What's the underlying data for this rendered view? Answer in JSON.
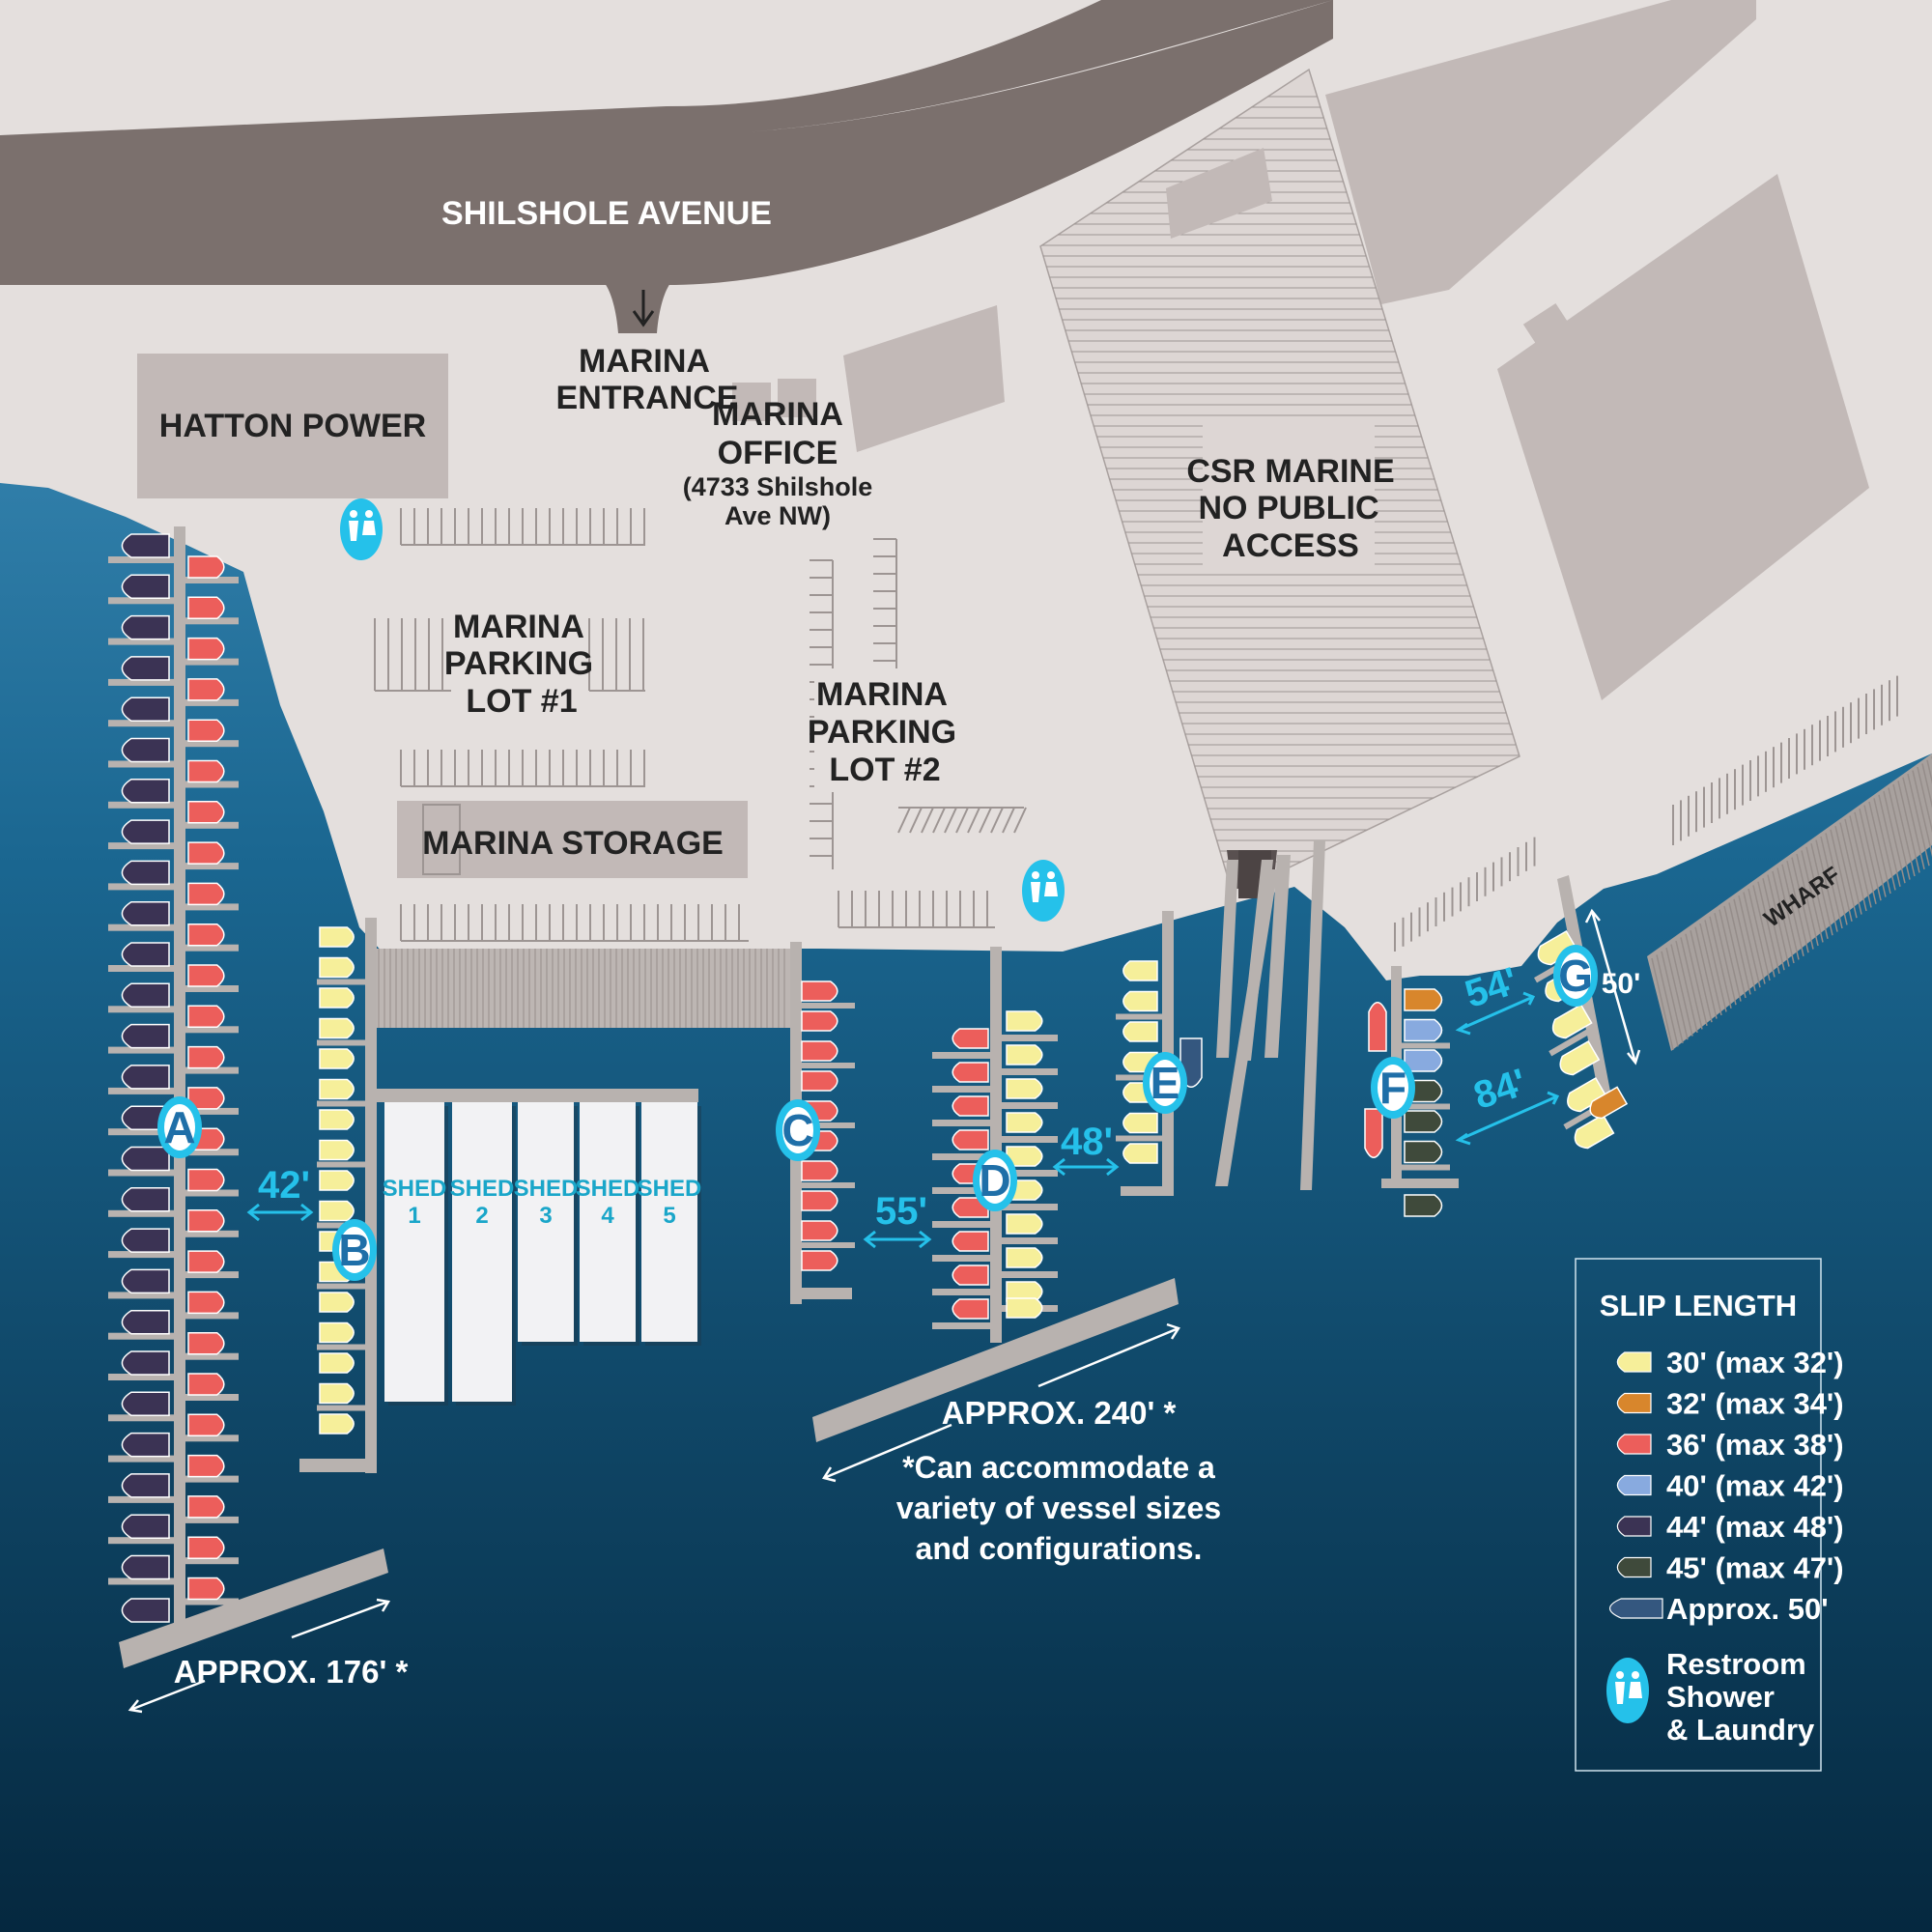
{
  "colors": {
    "land": "#e4dfdd",
    "road": "#7b706d",
    "building": "#c2b9b7",
    "water_top": "#4b9bc7",
    "water_bottom": "#05283f",
    "dock": "#b8b2af",
    "cyan": "#25c1ea",
    "slip_30": "#f6ef9a",
    "slip_32": "#d8862c",
    "slip_36": "#ec5e5b",
    "slip_40": "#88aadf",
    "slip_44": "#3b3354",
    "slip_45": "#3f4a3b",
    "slip_50": "#34577f"
  },
  "road": {
    "name": "SHILSHOLE AVENUE"
  },
  "labels": {
    "marina_entrance": [
      "MARINA",
      "ENTRANCE"
    ],
    "hatton_power": "HATTON POWER",
    "marina_office": [
      "MARINA",
      "OFFICE",
      "(4733 Shilshole",
      "Ave NW)"
    ],
    "csr_marine": [
      "CSR MARINE",
      "NO PUBLIC",
      "ACCESS"
    ],
    "parking_1": [
      "MARINA",
      "PARKING",
      "LOT #1"
    ],
    "parking_2": [
      "MARINA",
      "PARKING",
      "LOT #2"
    ],
    "marina_storage": "MARINA STORAGE",
    "wharf": "WHARF"
  },
  "docks": [
    "A",
    "B",
    "C",
    "D",
    "E",
    "F",
    "G"
  ],
  "sheds": [
    {
      "line1": "SHED",
      "line2": "1"
    },
    {
      "line1": "SHED",
      "line2": "2"
    },
    {
      "line1": "SHED",
      "line2": "3"
    },
    {
      "line1": "SHED",
      "line2": "4"
    },
    {
      "line1": "SHED",
      "line2": "5"
    }
  ],
  "distances": {
    "a_b": "42'",
    "c_d": "55'",
    "d_e": "48'",
    "f_g_upper": "54'",
    "f_g_lower": "84'",
    "g_length": "50'"
  },
  "approx": {
    "left": "APPROX. 176' *",
    "right": "APPROX. 240' *",
    "note": [
      "*Can accommodate a",
      "variety of vessel sizes",
      "and configurations."
    ]
  },
  "legend": {
    "title": "SLIP LENGTH",
    "items": [
      {
        "label": "30' (max 32')",
        "color": "#f6ef9a"
      },
      {
        "label": "32' (max 34')",
        "color": "#d8862c"
      },
      {
        "label": "36' (max 38')",
        "color": "#ec5e5b"
      },
      {
        "label": "40' (max 42')",
        "color": "#88aadf"
      },
      {
        "label": "44' (max 48')",
        "color": "#3b3354"
      },
      {
        "label": "45' (max 47')",
        "color": "#3f4a3b"
      },
      {
        "label": "Approx. 50'",
        "color": "#34577f"
      }
    ],
    "restroom": [
      "Restroom",
      "Shower",
      "& Laundry"
    ]
  }
}
